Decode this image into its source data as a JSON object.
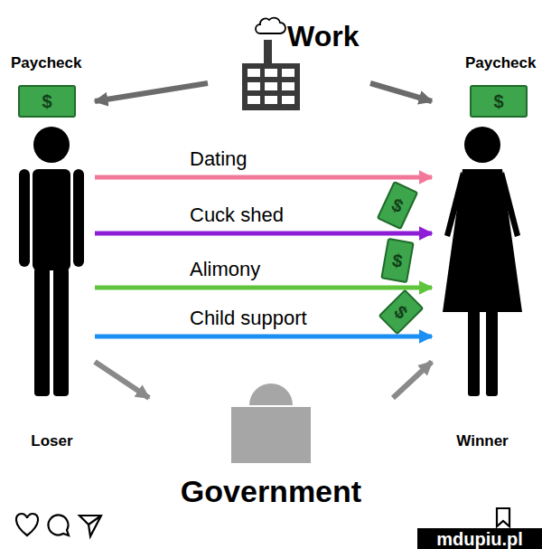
{
  "diagram": {
    "nodes": [
      {
        "text": [
          "Work"
        ]
      },
      {
        "text": [
          "Loser"
        ]
      },
      {
        "text": [
          "Winner"
        ]
      },
      {
        "text": [
          "Government"
        ]
      }
    ],
    "edges": [
      {
        "from": 0,
        "to": 1,
        "label": "Paycheck",
        "arrow": "to"
      },
      {
        "from": 0,
        "to": 2,
        "label": "Paycheck",
        "arrow": "to"
      },
      {
        "from": 1,
        "to": 2,
        "label": "Dating",
        "arrow": "to"
      },
      {
        "from": 1,
        "to": 2,
        "label": "Cuck shed",
        "arrow": "to"
      },
      {
        "from": 1,
        "to": 2,
        "label": "Alimony",
        "arrow": "to"
      },
      {
        "from": 1,
        "to": 2,
        "label": "Child support",
        "arrow": "to"
      },
      {
        "from": 1,
        "to": 3,
        "arrow": "to"
      },
      {
        "from": 3,
        "to": 2,
        "arrow": "to"
      }
    ],
    "labels": [
      "$",
      "$",
      "$",
      "$",
      "$",
      "mdupiu.pl"
    ]
  }
}
